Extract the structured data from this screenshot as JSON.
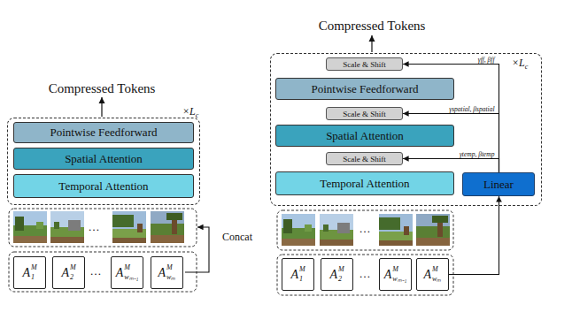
{
  "diagram": {
    "nodes": [
      {
        "text": [
          "×L",
          "c"
        ]
      },
      {
        "text": [
          "Pointwise Feedforward"
        ],
        "in": 0
      },
      {
        "text": [
          "Spatial Attention"
        ],
        "in": 0
      },
      {
        "text": [
          "Temporal Attention"
        ],
        "in": 0
      },
      {
        "text": [
          "A",
          "M",
          "1"
        ]
      },
      {
        "text": [
          "A",
          "M",
          "2"
        ]
      },
      {
        "text": [
          "A",
          "M",
          "wₘ₋₁"
        ]
      },
      {
        "text": [
          "A",
          "M",
          "wₘ"
        ]
      },
      {
        "text": [
          "×L",
          "c"
        ]
      },
      {
        "text": [
          "Scale & Shift"
        ],
        "in": 8
      },
      {
        "text": [
          "Pointwise Feedforward"
        ],
        "in": 8
      },
      {
        "text": [
          "Scale & Shift"
        ],
        "in": 8
      },
      {
        "text": [
          "Spatial Attention"
        ],
        "in": 8
      },
      {
        "text": [
          "Scale & Shift"
        ],
        "in": 8
      },
      {
        "text": [
          "Temporal Attention"
        ],
        "in": 8
      },
      {
        "text": [
          "Linear"
        ],
        "in": 8
      },
      {
        "text": [
          "A",
          "M",
          "1"
        ]
      },
      {
        "text": [
          "A",
          "M",
          "2"
        ]
      },
      {
        "text": [
          "A",
          "M",
          "wₘ₋₁"
        ]
      },
      {
        "text": [
          "A",
          "M",
          "wₘ"
        ]
      }
    ],
    "edges": [
      {
        "from": 15,
        "to": 9,
        "label": "γff, βff",
        "arrow": "to"
      },
      {
        "from": 15,
        "to": 11,
        "label": "γspatial, βspatial",
        "arrow": "to"
      },
      {
        "from": 15,
        "to": 13,
        "label": "γtemp, βtemp",
        "arrow": "to"
      },
      {
        "from": 19,
        "to": 15,
        "arrow": "to"
      }
    ],
    "labels": [
      "Compressed Tokens",
      "…",
      "…",
      "Concat",
      "Compressed Tokens",
      "…",
      "…"
    ]
  }
}
